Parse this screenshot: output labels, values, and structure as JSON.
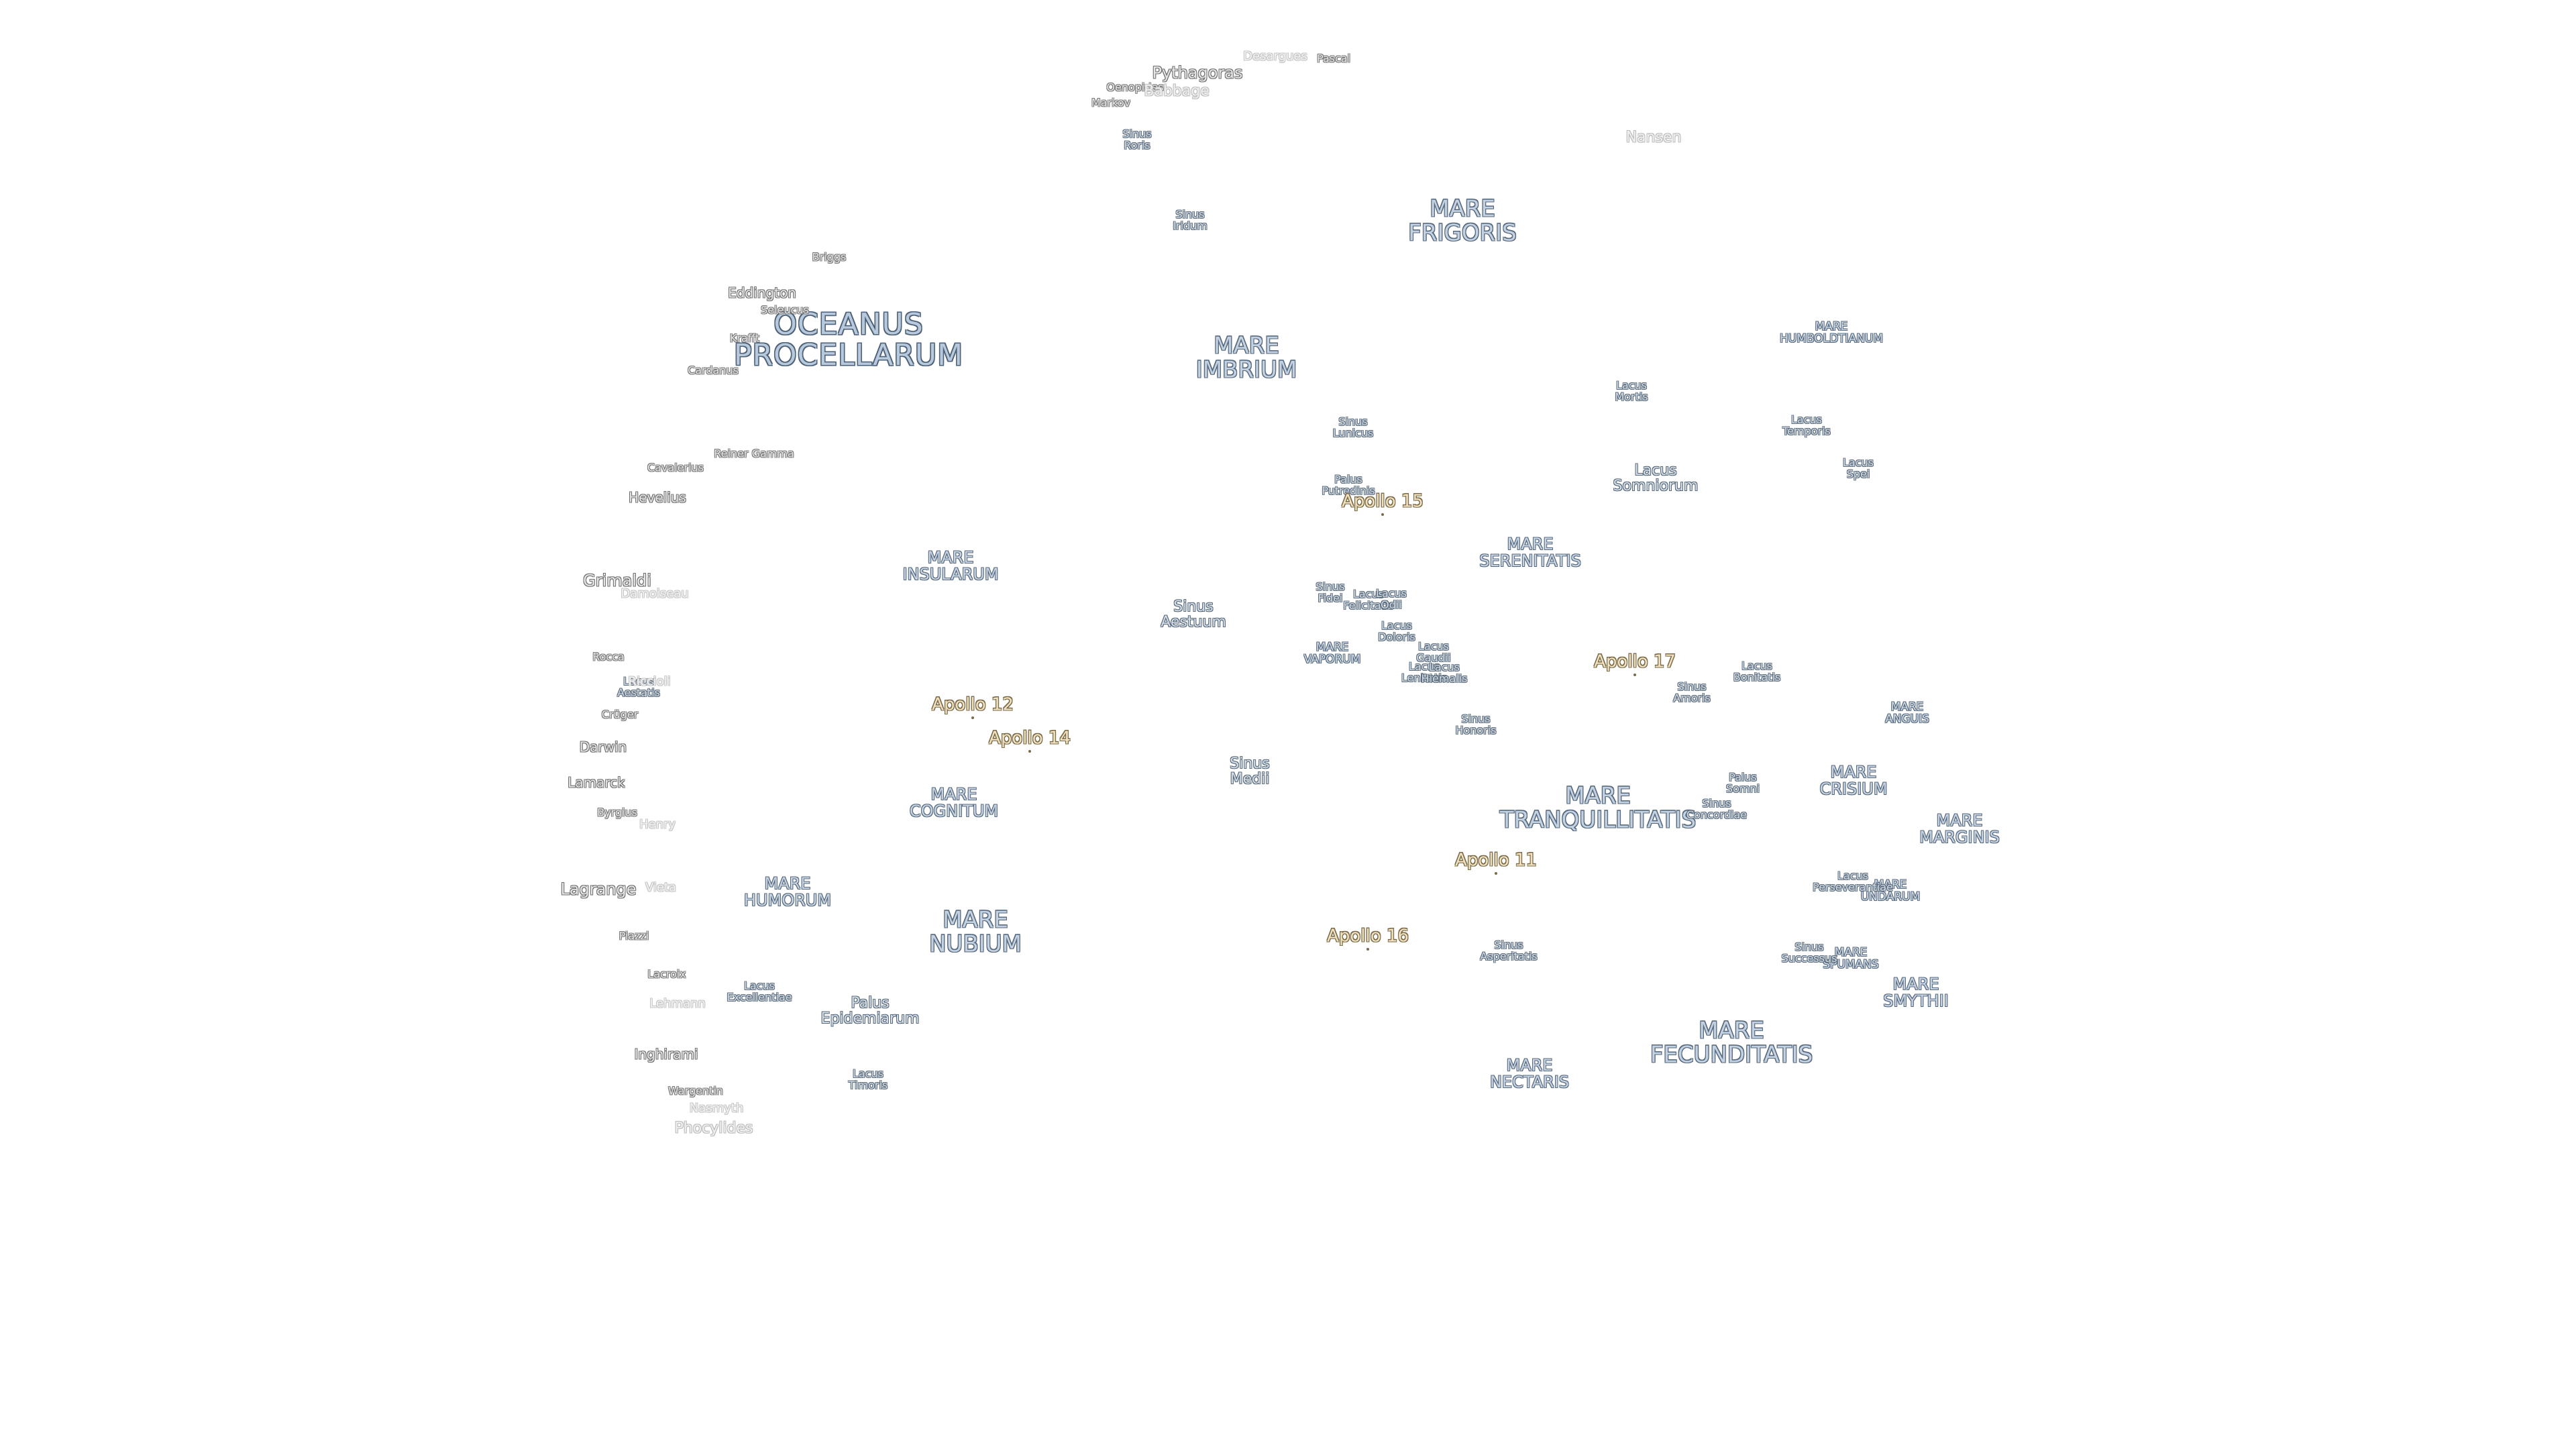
{
  "map": {
    "labels": [
      {
        "text": "OCEANUS\nPROCELLARUM",
        "kind": "mare-xl"
      },
      {
        "text": "MARE\nFRIGORIS",
        "kind": "mare-l"
      },
      {
        "text": "MARE\nIMBRIUM",
        "kind": "mare-l"
      },
      {
        "text": "MARE\nINSULARUM",
        "kind": "mare-m"
      },
      {
        "text": "MARE\nSERENITATIS",
        "kind": "mare-m"
      },
      {
        "text": "MARE\nTRANQUILLITATIS",
        "kind": "mare-l"
      },
      {
        "text": "MARE\nCRISIUM",
        "kind": "mare-m"
      },
      {
        "text": "MARE\nNUBIUM",
        "kind": "mare-l"
      },
      {
        "text": "MARE\nHUMORUM",
        "kind": "mare-m"
      },
      {
        "text": "MARE\nCOGNITUM",
        "kind": "mare-m"
      },
      {
        "text": "MARE\nFECUNDITATIS",
        "kind": "mare-l"
      },
      {
        "text": "MARE\nNECTARIS",
        "kind": "mare-m"
      },
      {
        "text": "MARE\nVAPORUM",
        "kind": "mare-s"
      },
      {
        "text": "MARE\nHUMBOLDTIANUM",
        "kind": "mare-s"
      },
      {
        "text": "MARE\nANGUIS",
        "kind": "mare-s"
      },
      {
        "text": "MARE\nMARGINIS",
        "kind": "mare-m"
      },
      {
        "text": "MARE\nUNDARUM",
        "kind": "mare-s"
      },
      {
        "text": "MARE\nSPUMANS",
        "kind": "mare-s"
      },
      {
        "text": "MARE\nSMYTHII",
        "kind": "mare-m"
      },
      {
        "text": "Sinus\nRoris",
        "kind": "lake"
      },
      {
        "text": "Sinus\nIridum",
        "kind": "lake"
      },
      {
        "text": "Sinus\nLunicus",
        "kind": "lake"
      },
      {
        "text": "Palus\nPutredinis",
        "kind": "lake"
      },
      {
        "text": "Sinus\nAestuum",
        "kind": "lake-l"
      },
      {
        "text": "Sinus\nFidei",
        "kind": "lake"
      },
      {
        "text": "Lacus\nFelicitatis",
        "kind": "lake"
      },
      {
        "text": "Lacus\nOdii",
        "kind": "lake"
      },
      {
        "text": "Lacus\nDoloris",
        "kind": "lake"
      },
      {
        "text": "Lacus\nGaudii",
        "kind": "lake"
      },
      {
        "text": "Lacus\nLenitatis",
        "kind": "lake"
      },
      {
        "text": "Lacus\nHiemalis",
        "kind": "lake"
      },
      {
        "text": "Sinus\nHonoris",
        "kind": "lake"
      },
      {
        "text": "Sinus\nMedii",
        "kind": "lake-l"
      },
      {
        "text": "Lacus\nMortis",
        "kind": "lake"
      },
      {
        "text": "Lacus\nSomniorum",
        "kind": "lake-l"
      },
      {
        "text": "Lacus\nTemporis",
        "kind": "lake"
      },
      {
        "text": "Lacus\nSpei",
        "kind": "lake"
      },
      {
        "text": "Sinus\nAmoris",
        "kind": "lake"
      },
      {
        "text": "Lacus\nBonitatis",
        "kind": "lake"
      },
      {
        "text": "Palus\nSomni",
        "kind": "lake"
      },
      {
        "text": "Sinus\nConcordiae",
        "kind": "lake"
      },
      {
        "text": "Lacus\nPerseverantiae",
        "kind": "lake"
      },
      {
        "text": "Sinus\nSuccessus",
        "kind": "lake"
      },
      {
        "text": "Sinus\nAsperitatis",
        "kind": "lake"
      },
      {
        "text": "Lacus\nExcellentiae",
        "kind": "lake"
      },
      {
        "text": "Palus\nEpidemiarum",
        "kind": "lake-l"
      },
      {
        "text": "Lacus\nTimoris",
        "kind": "lake"
      },
      {
        "text": "Lacus\nAestatis",
        "kind": "lake"
      },
      {
        "text": "Pythagoras",
        "kind": "crater-l"
      },
      {
        "text": "Pascal",
        "kind": "crater-s"
      },
      {
        "text": "Oenopides",
        "kind": "crater-s"
      },
      {
        "text": "Markov",
        "kind": "crater-s"
      },
      {
        "text": "Briggs",
        "kind": "crater-s"
      },
      {
        "text": "Eddington",
        "kind": "crater"
      },
      {
        "text": "Seleucus",
        "kind": "crater-s"
      },
      {
        "text": "Krafft",
        "kind": "crater-s"
      },
      {
        "text": "Cardanus",
        "kind": "crater-s"
      },
      {
        "text": "Reiner Gamma",
        "kind": "crater-s"
      },
      {
        "text": "Cavalerius",
        "kind": "crater-s"
      },
      {
        "text": "Hevelius",
        "kind": "crater"
      },
      {
        "text": "Grimaldi",
        "kind": "crater-l"
      },
      {
        "text": "Damoiseau",
        "kind": "faint"
      },
      {
        "text": "Riccioli",
        "kind": "faint"
      },
      {
        "text": "Rocca",
        "kind": "crater-s"
      },
      {
        "text": "Crüger",
        "kind": "crater-s"
      },
      {
        "text": "Darwin",
        "kind": "crater"
      },
      {
        "text": "Lamarck",
        "kind": "crater"
      },
      {
        "text": "Byrgius",
        "kind": "crater-s"
      },
      {
        "text": "Henry",
        "kind": "faint"
      },
      {
        "text": "Lagrange",
        "kind": "crater-l"
      },
      {
        "text": "Vieta",
        "kind": "faint"
      },
      {
        "text": "Piazzi",
        "kind": "crater-s"
      },
      {
        "text": "Lacroix",
        "kind": "crater-s"
      },
      {
        "text": "Lehmann",
        "kind": "faint"
      },
      {
        "text": "Inghirami",
        "kind": "crater"
      },
      {
        "text": "Wargentin",
        "kind": "crater-s"
      },
      {
        "text": "Nasmyth",
        "kind": "faint"
      },
      {
        "text": "Phocylides",
        "kind": "faint-l"
      },
      {
        "text": "Desargues",
        "kind": "faint"
      },
      {
        "text": "Babbage",
        "kind": "faint-l"
      },
      {
        "text": "Nansen",
        "kind": "faint-l"
      }
    ],
    "apollo_sites": [
      {
        "text": "Apollo 15"
      },
      {
        "text": "Apollo 12"
      },
      {
        "text": "Apollo 14"
      },
      {
        "text": "Apollo 17"
      },
      {
        "text": "Apollo 11"
      },
      {
        "text": "Apollo 16"
      }
    ]
  }
}
